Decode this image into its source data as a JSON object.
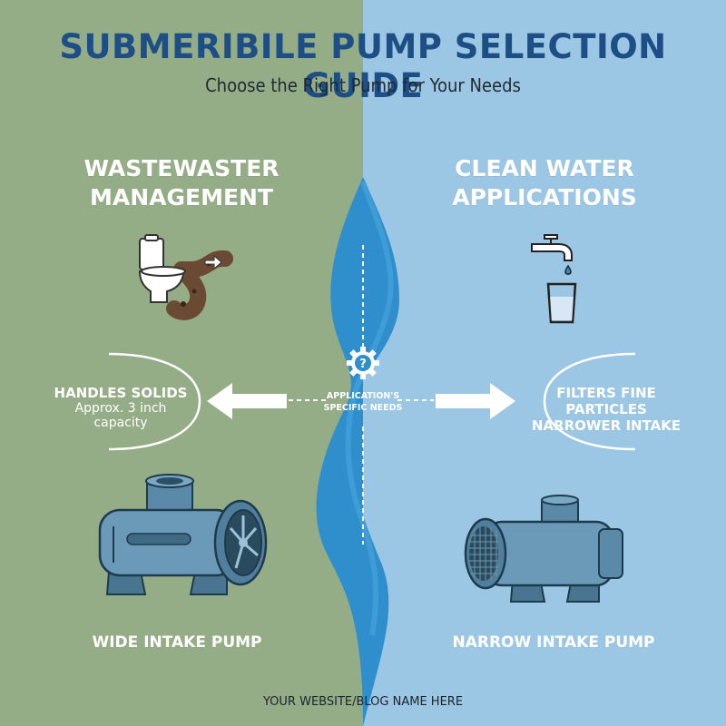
{
  "title": "SUBMERIBILE PUMP SELECTION GUIDE",
  "subtitle": "Choose the Right Pump for Your Needs",
  "left": {
    "heading_line1": "WASTEWASTER",
    "heading_line2": "MANAGEMENT",
    "feature_title": "HANDLES SOLIDS",
    "feature_detail": "Approx. 3 inch capacity",
    "pump_label": "WIDE INTAKE PUMP",
    "icon": "toilet-drain-icon"
  },
  "right": {
    "heading_line1": "CLEAN WATER",
    "heading_line2": "APPLICATIONS",
    "feature_title": "FILTERS FINE PARTICLES",
    "feature_detail": "NARROWER INTAKE",
    "pump_label": "NARROW INTAKE PUMP",
    "icon": "faucet-glass-icon"
  },
  "center": {
    "label_line1": "APPLICATION'S",
    "label_line2": "SPECIFIC NEEDS",
    "icon": "gear-question-icon"
  },
  "footer": "YOUR WEBSITE/BLOG NAME HERE",
  "colors": {
    "left_bg": "#95ad86",
    "right_bg": "#9bc6e4",
    "wave": "#2f8fcd",
    "title": "#1d4f86"
  }
}
